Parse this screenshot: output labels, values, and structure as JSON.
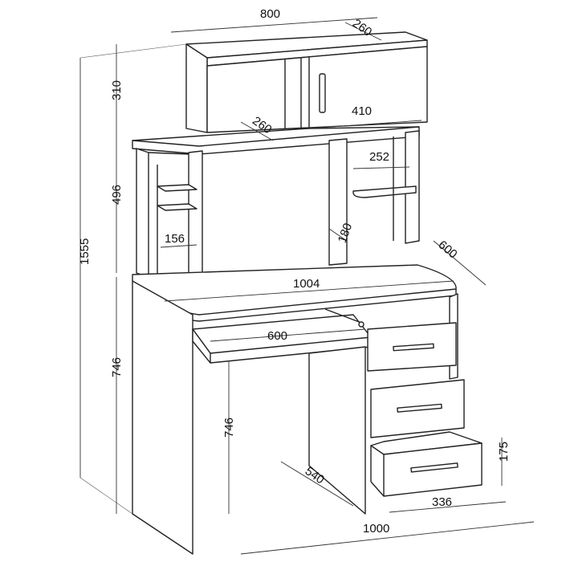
{
  "title": "Computer desk with hutch - dimensions (mm)",
  "colors": {
    "line": "#222222",
    "background": "#ffffff"
  },
  "dimensions": {
    "overall_height": "1555",
    "top_hutch_width": "800",
    "top_hutch_depth": "260",
    "top_hutch_height": "310",
    "cabinet_width": "410",
    "middle_hutch_depth": "260",
    "shelf_width": "252",
    "middle_hutch_height": "496",
    "side_shelf_depth": "180",
    "left_shelf_width": "156",
    "desk_depth": "600",
    "desk_top_width": "1004",
    "keyboard_tray_width": "600",
    "desk_height": "746",
    "knee_clearance_height": "746",
    "pedestal_depth": "540",
    "drawer_height": "175",
    "pedestal_width": "336",
    "desk_width": "1000"
  }
}
